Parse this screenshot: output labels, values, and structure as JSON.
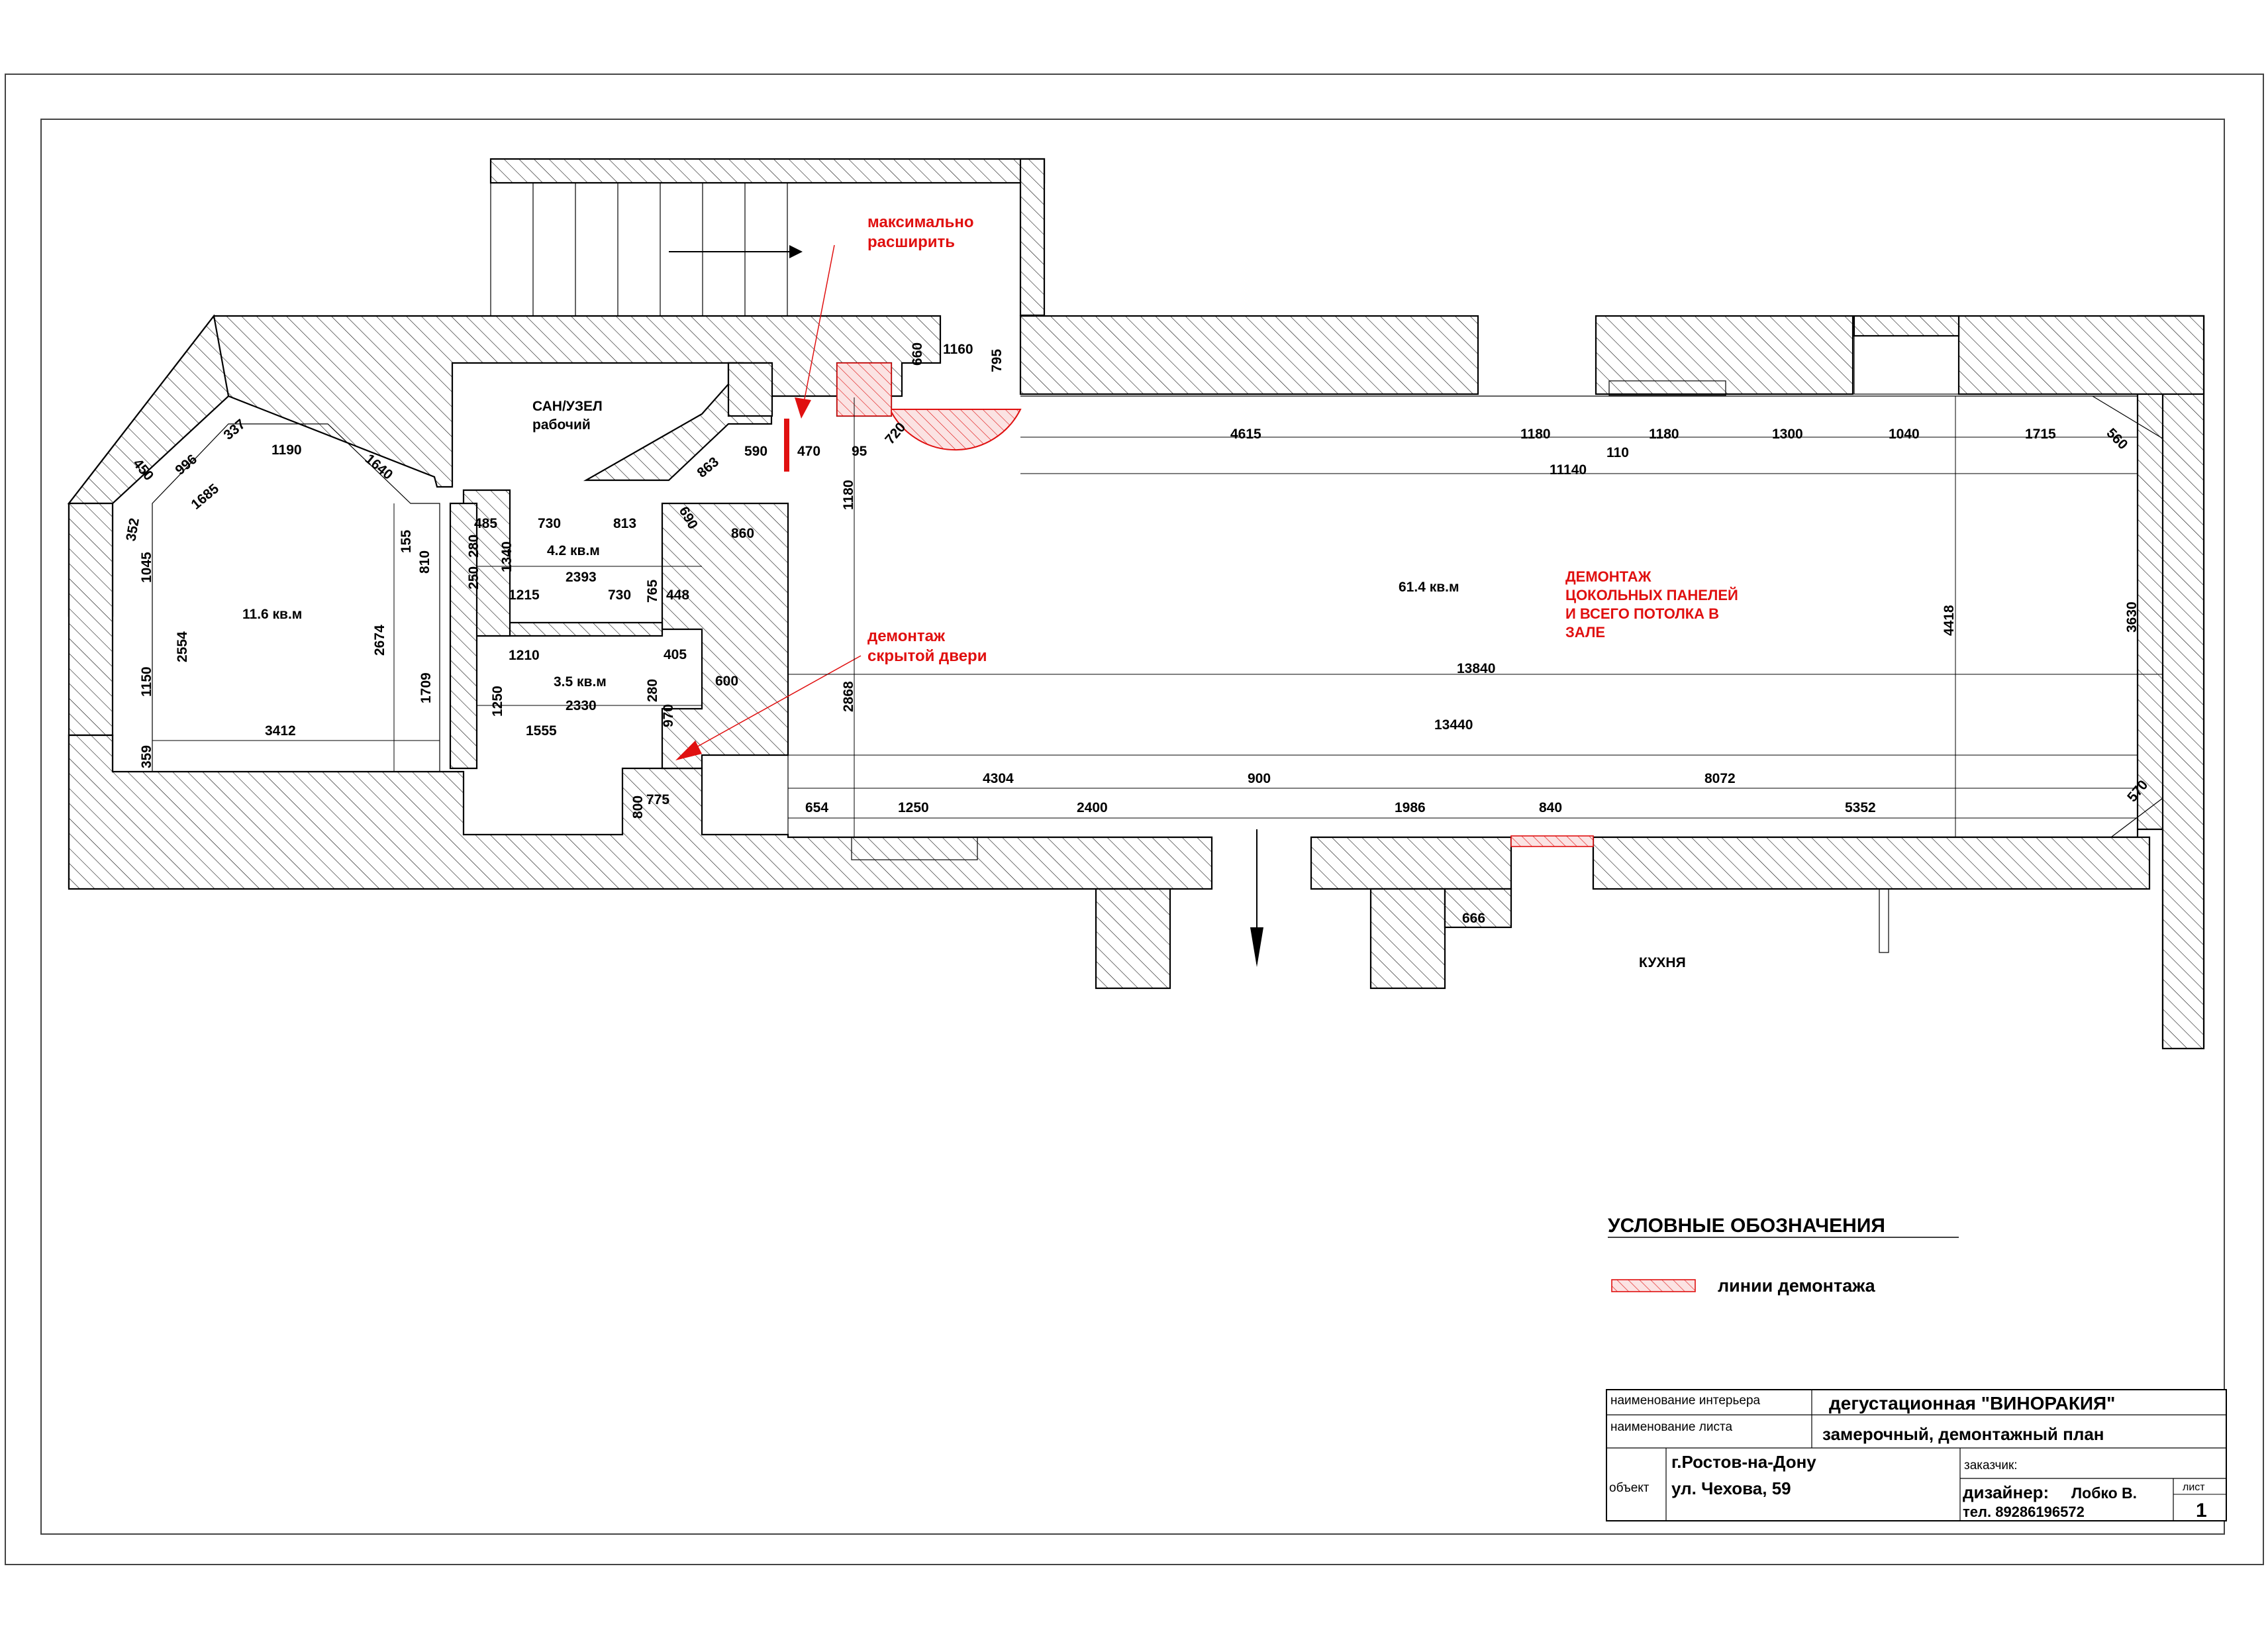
{
  "sheet": {
    "note_widen": [
      "максимально",
      "расширить"
    ],
    "note_hidden_door": [
      "демонтаж",
      "скрытой двери"
    ],
    "note_dismantle": [
      "ДЕМОНТАЖ",
      "ЦОКОЛЬНЫХ ПАНЕЛЕЙ",
      "И ВСЕГО ПОТОЛКА В",
      "ЗАЛЕ"
    ],
    "rooms": {
      "wc": [
        "САН/УЗЕЛ",
        "рабочий"
      ],
      "room_116": "11.6 кв.м",
      "room_42": "4.2 кв.м",
      "room_35": "3.5 кв.м",
      "hall": "61.4 кв.м",
      "kitchen": "КУХНЯ"
    },
    "dimensions": {
      "d450": "450",
      "d996": "996",
      "d337": "337",
      "d1190": "1190",
      "d1640": "1640",
      "d352": "352",
      "d1685": "1685",
      "d1045": "1045",
      "d155": "155",
      "d810": "810",
      "d2554": "2554",
      "d2674": "2674",
      "d1150": "1150",
      "d1709": "1709",
      "d359": "359",
      "d3412": "3412",
      "d485": "485",
      "d730a": "730",
      "d813": "813",
      "d280a": "280",
      "d1340": "1340",
      "d250": "250",
      "d2393": "2393",
      "d1215": "1215",
      "d730b": "730",
      "d765": "765",
      "d448": "448",
      "d863": "863",
      "d690": "690",
      "d590": "590",
      "d470": "470",
      "d95": "95",
      "d720": "720",
      "d1180v": "1180",
      "d860": "860",
      "d660": "660",
      "d1160": "1160",
      "d795": "795",
      "d1210": "1210",
      "d405": "405",
      "d280b": "280",
      "d600": "600",
      "d1250v": "1250",
      "d2330": "2330",
      "d970": "970",
      "d1555": "1555",
      "d800": "800",
      "d775": "775",
      "d2868": "2868",
      "d4615": "4615",
      "d1180a": "1180",
      "d110": "110",
      "d1180b": "1180",
      "d1300": "1300",
      "d1040": "1040",
      "d1715": "1715",
      "d560": "560",
      "d11140": "11140",
      "d4418": "4418",
      "d3630": "3630",
      "d13840": "13840",
      "d13440": "13440",
      "d4304": "4304",
      "d900": "900",
      "d8072": "8072",
      "d570": "570",
      "d654": "654",
      "d1250": "1250",
      "d2400": "2400",
      "d1986": "1986",
      "d840": "840",
      "d5352": "5352",
      "d666": "666"
    },
    "legend": {
      "title": "УСЛОВНЫЕ ОБОЗНАЧЕНИЯ",
      "item": "линии демонтажа"
    },
    "title_block": {
      "label_interior": "наименование интерьера",
      "interior": "дегустационная \"ВИНОРАКИЯ\"",
      "label_sheet": "наименование листа",
      "sheet_name": "замерочный, демонтажный план",
      "label_object": "объект",
      "city": "г.Ростов-на-Дону",
      "street": "ул. Чехова, 59",
      "label_client": "заказчик:",
      "designer_label": "дизайнер:",
      "designer_name": "Лобко В.",
      "phone": "тел. 89286196572",
      "label_list": "лист",
      "list_no": "1"
    },
    "colors": {
      "accent": "#e01010",
      "demolition_fill": "#f6c9c9",
      "line": "#000000"
    }
  }
}
